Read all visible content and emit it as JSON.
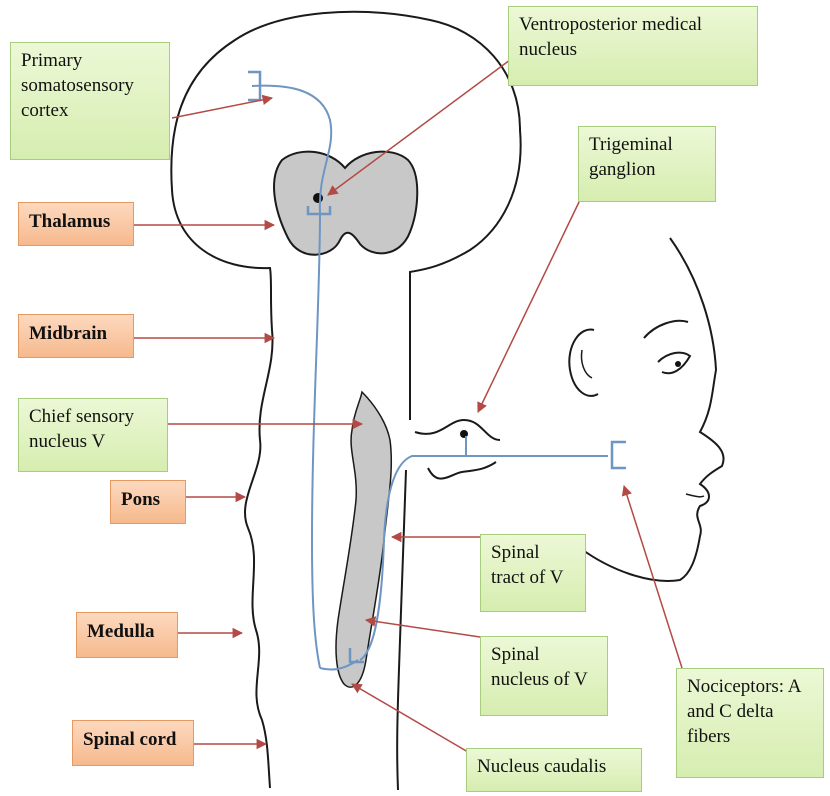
{
  "labels": {
    "primary_cortex": "Primary somatosensory cortex",
    "vpm_nucleus": "Ventroposterior medical nucleus",
    "trigeminal_ganglion": "Trigeminal ganglion",
    "thalamus": "Thalamus",
    "midbrain": "Midbrain",
    "chief_sensory": "Chief sensory nucleus V",
    "pons": "Pons",
    "spinal_tract": "Spinal tract of V",
    "medulla": "Medulla",
    "spinal_nucleus": "Spinal nucleus of V",
    "nociceptors": "Nociceptors: A and C delta fibers",
    "spinal_cord": "Spinal cord",
    "nucleus_caudalis": "Nucleus caudalis"
  },
  "colors": {
    "green_label_fill": "#e2f3c4",
    "green_label_border": "#a9cd7f",
    "orange_label_fill": "#f9c8a2",
    "orange_label_border": "#e69a62",
    "arrow": "#b34a45",
    "nerve_pathway": "#6f95c2",
    "nucleus_fill": "#c8c8c8",
    "outline": "#1a1a1a"
  }
}
